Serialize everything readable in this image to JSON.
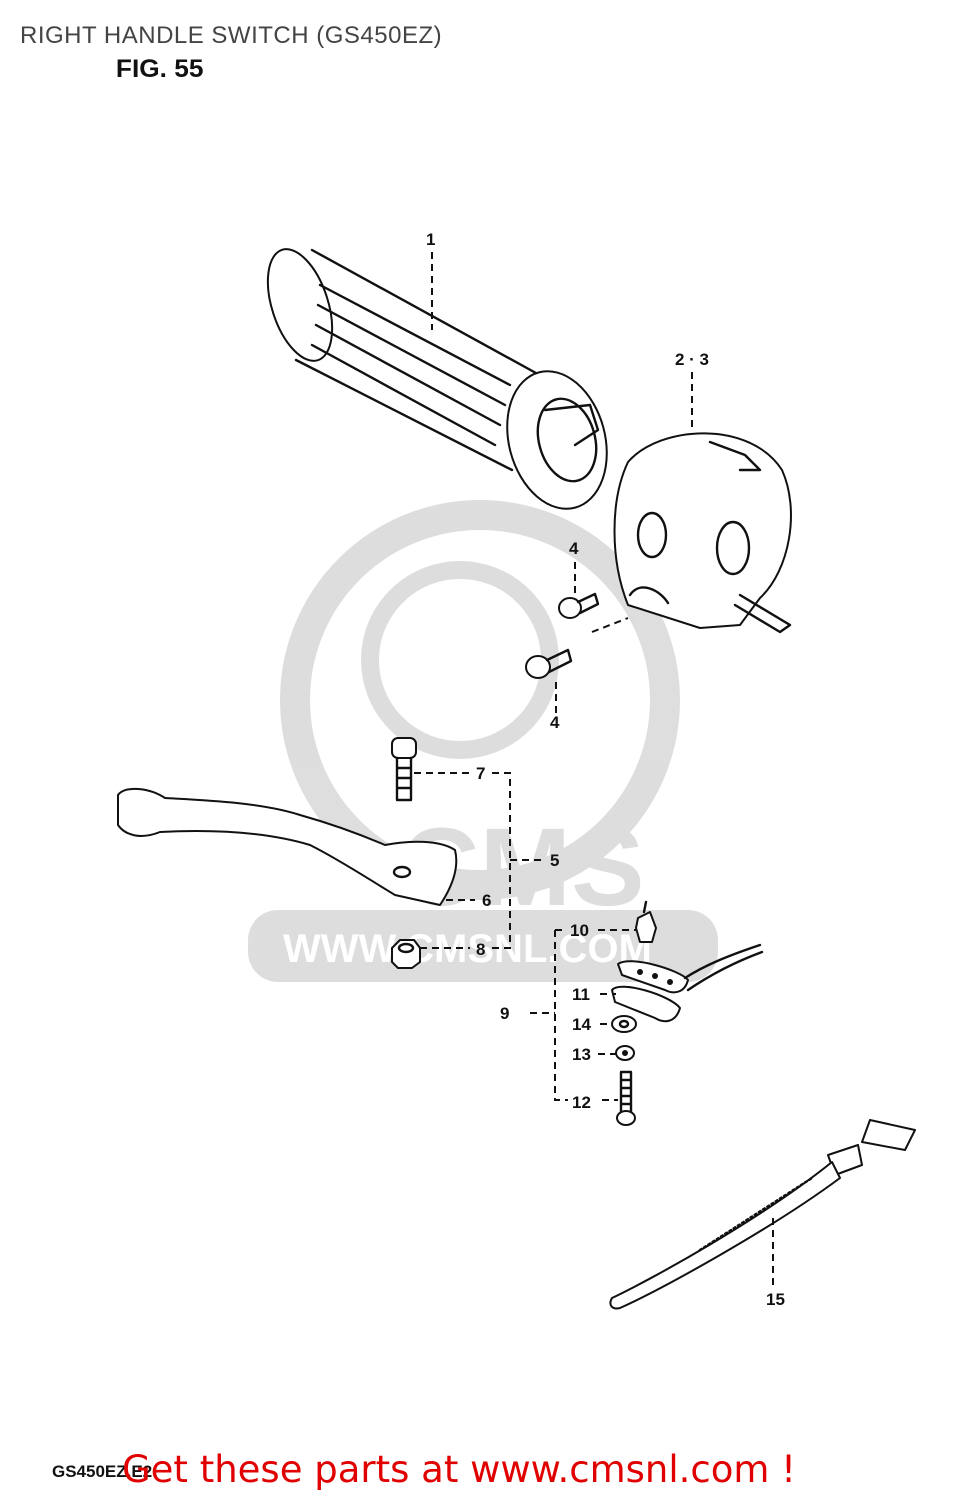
{
  "header": {
    "title": "RIGHT HANDLE SWITCH (GS450EZ)",
    "figure": "FIG. 55"
  },
  "parts": [
    {
      "ref": "1",
      "part": "grip"
    },
    {
      "ref": "2 · 3",
      "part": "switch-housing"
    },
    {
      "ref": "4",
      "part": "screw-upper"
    },
    {
      "ref": "4",
      "part": "screw-lower"
    },
    {
      "ref": "5",
      "part": "lever-assembly"
    },
    {
      "ref": "6",
      "part": "lever"
    },
    {
      "ref": "7",
      "part": "bolt"
    },
    {
      "ref": "8",
      "part": "nut"
    },
    {
      "ref": "9",
      "part": "switch-assembly"
    },
    {
      "ref": "10",
      "part": "switch"
    },
    {
      "ref": "11",
      "part": "plate"
    },
    {
      "ref": "12",
      "part": "screw"
    },
    {
      "ref": "13",
      "part": "washer"
    },
    {
      "ref": "14",
      "part": "washer"
    },
    {
      "ref": "15",
      "part": "clamp-band"
    }
  ],
  "watermark": {
    "text": "CMS",
    "url": "WWW.CMSNL.COM"
  },
  "footer": {
    "code": "GS450EZ.E2",
    "cta": "Get these parts at www.cmsnl.com !"
  },
  "colors": {
    "cta": "#e00000",
    "ink": "#111111"
  }
}
